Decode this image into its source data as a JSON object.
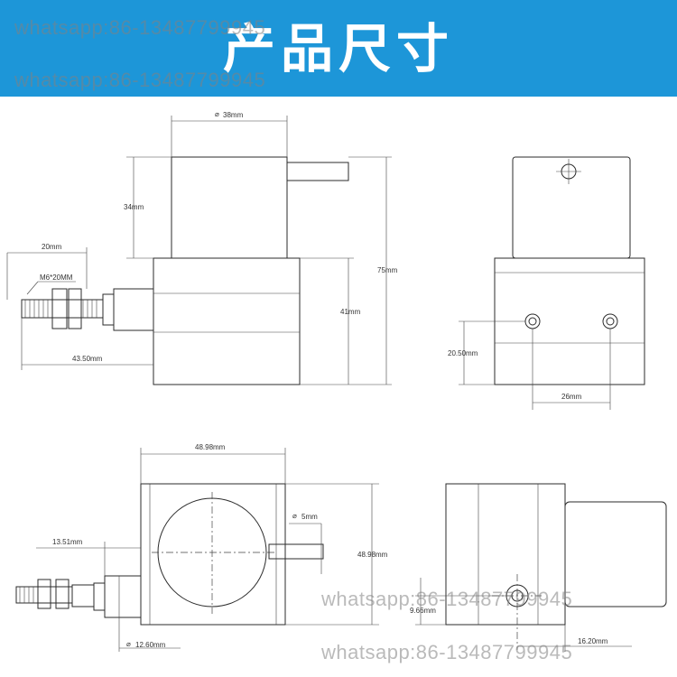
{
  "header": {
    "title": "产品尺寸",
    "background_color": "#1d96d8"
  },
  "watermarks": [
    "whatsapp:86-13487799945",
    "whatsapp:86-13487799945",
    "whatsapp:86-13487799945",
    "whatsapp:86-13487799945"
  ],
  "dimensions": {
    "front_view": {
      "cap_diameter": "38mm",
      "cap_height": "34mm",
      "body_height": "41mm",
      "total_height": "75mm",
      "thread_length": "20mm",
      "thread_spec": "M6*20MM",
      "overall_length": "43.50mm"
    },
    "side_view": {
      "hole_height": "20.50mm",
      "hole_spacing": "26mm"
    },
    "top_view": {
      "width": "48.98mm",
      "height": "48.98mm",
      "wire_diameter": "5mm",
      "connector_offset": "13.51mm",
      "connector_diameter": "12.60mm"
    },
    "bottom_side_view": {
      "outlet_height": "9.66mm",
      "outlet_offset": "16.20mm"
    }
  }
}
